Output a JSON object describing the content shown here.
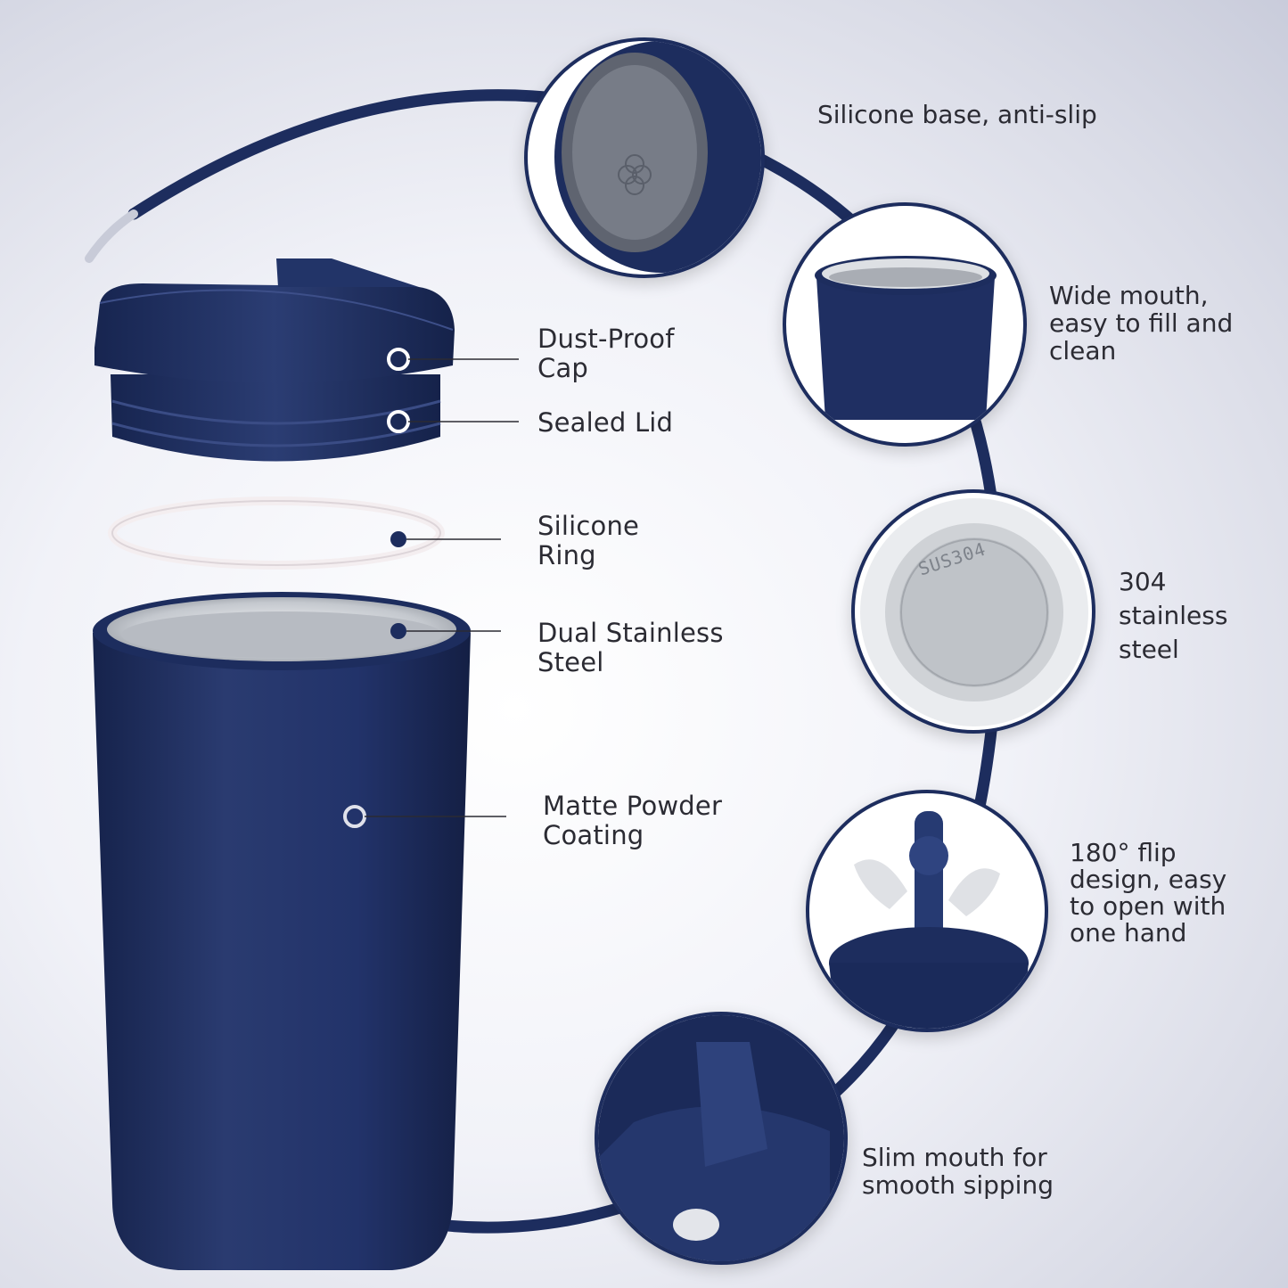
{
  "callouts": {
    "dust_proof_cap": "Dust-Proof Cap",
    "sealed_lid": "Sealed Lid",
    "silicone_ring": "Silicone Ring",
    "dual_stainless_steel": "Dual Stainless Steel",
    "matte_powder_coating": "Matte Powder Coating"
  },
  "features": {
    "base": "Silicone base, anti-slip",
    "wide_mouth": "Wide mouth, easy to fill and clean",
    "steel": "304 stainless steel",
    "flip": "180° flip design, easy to open with one hand",
    "slim_mouth": "Slim mouth for smooth sipping"
  },
  "engravings": {
    "steel_stamp": "SUS304"
  },
  "colors": {
    "navy": "#1d2d5e",
    "navy_light": "#2c3f75",
    "steel": "#c9ccd1",
    "background": "#eef0f6"
  }
}
